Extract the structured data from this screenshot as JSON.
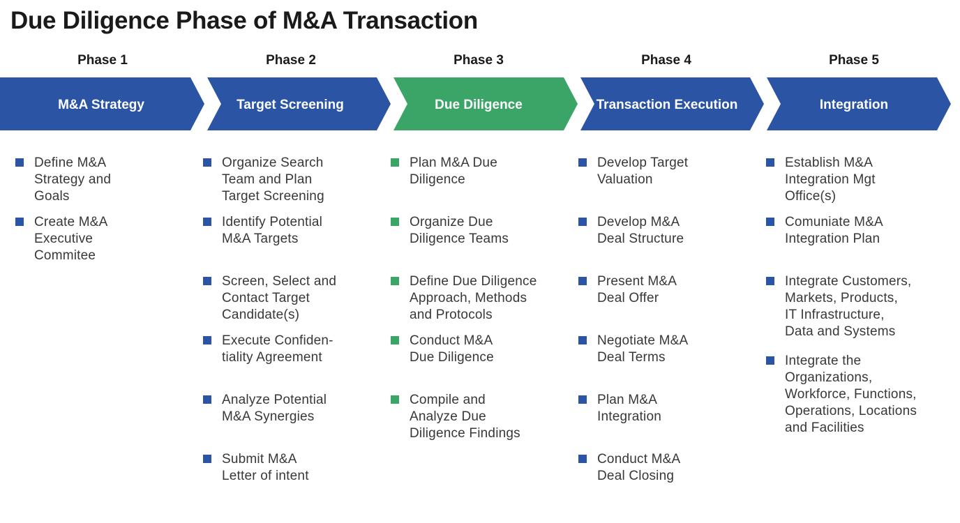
{
  "title": "Due Diligence Phase of M&A Transaction",
  "colors": {
    "arrow_blue": "#2b55a4",
    "arrow_green": "#3aa566",
    "arrow_text": "#ffffff",
    "heading_text": "#1a1a1a",
    "item_text": "#383838"
  },
  "phases": [
    {
      "label": "Phase 1",
      "arrow_label": "M&A Strategy",
      "color": "#2b55a4",
      "items": [
        "Define M&A\nStrategy and\nGoals",
        "Create M&A\nExecutive\nCommitee"
      ]
    },
    {
      "label": "Phase 2",
      "arrow_label": "Target Screening",
      "color": "#2b55a4",
      "items": [
        "Organize Search\nTeam and Plan\nTarget Screening",
        "Identify Potential\nM&A Targets",
        "Screen, Select and\nContact Target\nCandidate(s)",
        "Execute Confiden-\ntiality Agreement",
        "Analyze Potential\nM&A Synergies",
        "Submit M&A\nLetter of intent"
      ]
    },
    {
      "label": "Phase 3",
      "arrow_label": "Due Diligence",
      "color": "#3aa566",
      "items": [
        "Plan M&A Due\nDiligence",
        "Organize Due\nDiligence Teams",
        "Define Due Diligence\nApproach, Methods\nand Protocols",
        "Conduct M&A\nDue Diligence",
        "Compile and\nAnalyze Due\nDiligence Findings"
      ]
    },
    {
      "label": "Phase 4",
      "arrow_label": "Transaction Execution",
      "color": "#2b55a4",
      "items": [
        "Develop Target\nValuation",
        "Develop M&A\nDeal Structure",
        "Present M&A\nDeal Offer",
        "Negotiate M&A\nDeal Terms",
        "Plan M&A\nIntegration",
        "Conduct M&A\nDeal Closing"
      ]
    },
    {
      "label": "Phase 5",
      "arrow_label": "Integration",
      "color": "#2b55a4",
      "items": [
        "Establish M&A\nIntegration Mgt\nOffice(s)",
        "Comuniate M&A\nIntegration Plan",
        "Integrate Customers,\nMarkets, Products,\nIT Infrastructure,\nData and Systems",
        "Integrate the\nOrganizations,\nWorkforce, Functions,\nOperations, Locations\nand Facilities"
      ]
    }
  ]
}
